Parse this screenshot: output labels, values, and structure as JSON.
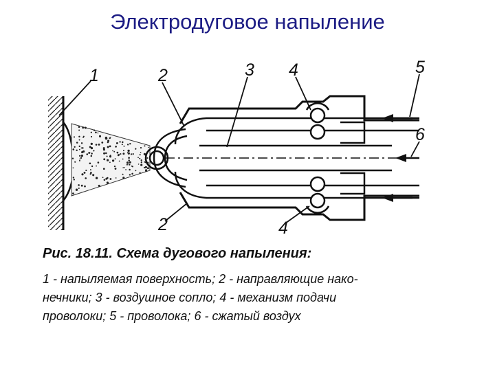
{
  "title": "Электродуговое напыление",
  "diagram": {
    "labels": [
      "1",
      "2",
      "3",
      "4",
      "5",
      "6",
      "2",
      "4"
    ]
  },
  "caption": {
    "heading": "Рис. 18.11. Схема дугового напыления:",
    "lines": [
      "1 - напыляемая поверхность; 2 - направляющие нако-",
      "нечники; 3 - воздушное сопло; 4 - механизм подачи",
      "проволоки; 5 - проволока; 6 - сжатый воздух"
    ]
  }
}
